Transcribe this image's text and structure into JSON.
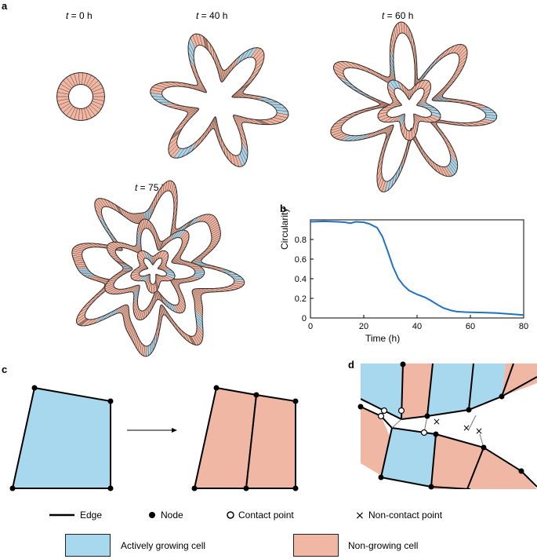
{
  "colors": {
    "growing": "#a8d8ee",
    "non_growing": "#f0b8a4",
    "dark_cell": "#9c7a6e",
    "line_blue": "#1f72c4"
  },
  "panels": {
    "a": "a",
    "b": "b",
    "c": "c",
    "d": "d"
  },
  "time_labels": [
    {
      "var": "t",
      "rest": " = 0 h"
    },
    {
      "var": "t",
      "rest": " = 40 h"
    },
    {
      "var": "t",
      "rest": " = 60 h"
    },
    {
      "var": "t",
      "rest": " = 75 h"
    }
  ],
  "chart_data": {
    "type": "line",
    "xlabel": "Time (h)",
    "ylabel": "Circularity",
    "xlim": [
      0,
      80
    ],
    "ylim": [
      0,
      1.0
    ],
    "xticks": [
      0,
      20,
      40,
      60,
      80
    ],
    "yticks": [
      0,
      0.2,
      0.4,
      0.6,
      0.8
    ],
    "series": [
      {
        "x": [
          0,
          5,
          10,
          13,
          15,
          17,
          20,
          22,
          25,
          27,
          29,
          31,
          33,
          35,
          37,
          40,
          43,
          45,
          48,
          50,
          53,
          55,
          58,
          60,
          65,
          70,
          75,
          80
        ],
        "values": [
          0.98,
          0.985,
          0.98,
          0.975,
          0.965,
          0.98,
          0.975,
          0.96,
          0.92,
          0.83,
          0.68,
          0.52,
          0.4,
          0.33,
          0.28,
          0.24,
          0.21,
          0.18,
          0.13,
          0.1,
          0.075,
          0.065,
          0.06,
          0.058,
          0.055,
          0.05,
          0.04,
          0.03
        ]
      }
    ]
  },
  "legend": {
    "edge": "Edge",
    "node": "Node",
    "contact": "Contact point",
    "noncontact": "Non-contact point",
    "growing": "Actively growing cell",
    "non_growing": "Non-growing cell"
  }
}
